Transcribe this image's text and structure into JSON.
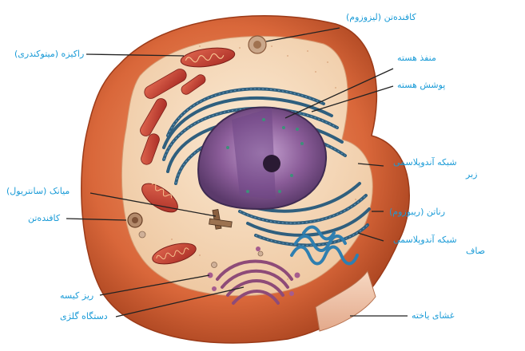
{
  "colors": {
    "label_text": "#1a9bd7",
    "leader_line": "#222222",
    "membrane_outer": "#d9673a",
    "cytoplasm": "#f2d8b8",
    "nucleus": "#8a5c98",
    "er": "#2f5f7e",
    "golgi": "#8e4b78",
    "mitochondria": "#c8413a"
  },
  "labels": {
    "lysosome": "کافنده‌تن (لیزوزوم)",
    "mitochondrion": "راکیزه (میتوکندری)",
    "nuclear_pore": "منفذ هسته",
    "nuclear_envelope": "پوشش هسته",
    "rough_er_line1": "شبکه آندوپلاسمی",
    "rough_er_line2": "زبر",
    "centriole": "میانک (سانتریول)",
    "lysosome_left": "کافنده‌تن",
    "ribosome": "رناتن (ریبوزوم)",
    "smooth_er_line1": "شبکه آندوپلاسمی",
    "smooth_er_line2": "صاف",
    "vesicle": "ریز کیسه",
    "golgi": "دستگاه گلژی",
    "cell_membrane": "غشای یاخته"
  }
}
